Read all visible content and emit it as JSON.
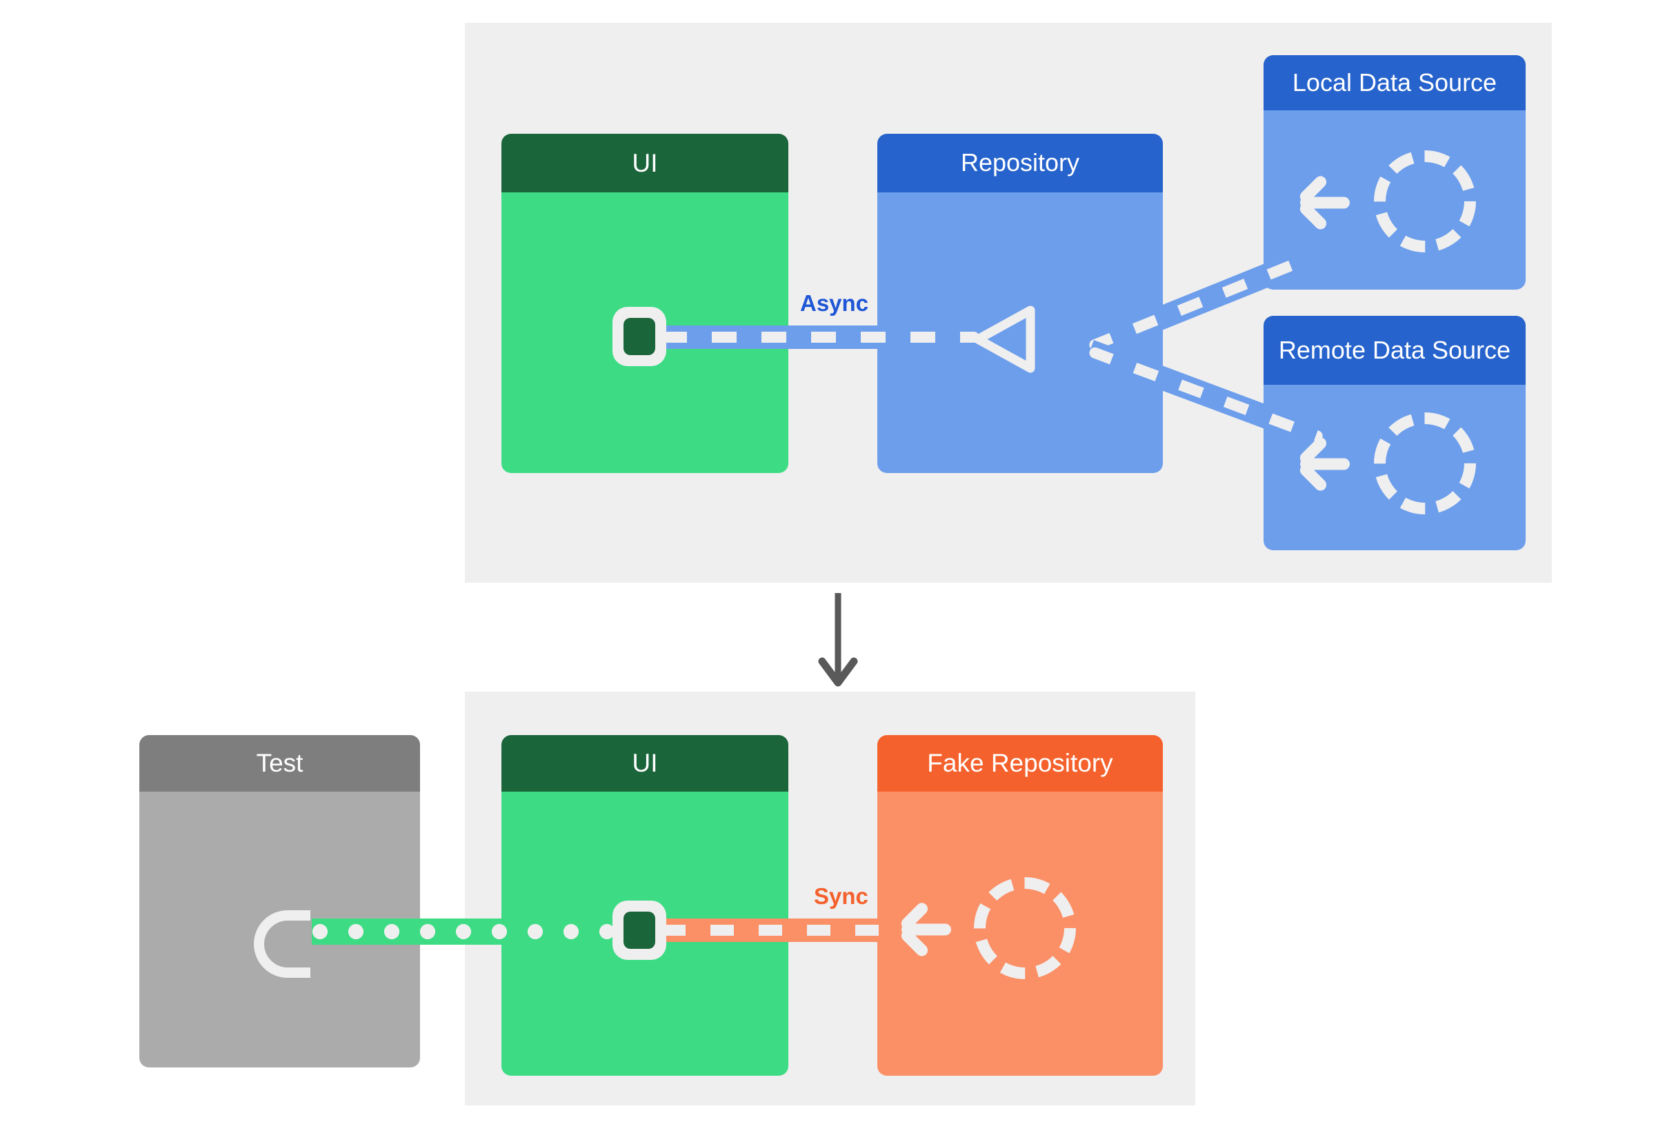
{
  "diagram": {
    "title_visible": false,
    "colors": {
      "panel_bg": "#EFEFEF",
      "ui_header": "#1B653B",
      "ui_body": "#3DDC84",
      "blue_header": "#2663CC",
      "blue_body": "#6D9EEB",
      "orange_header": "#F4612C",
      "orange_body": "#FB8F66",
      "grey_header": "#7E7E7E",
      "grey_body": "#ABABAB",
      "async_label": "#1F56D6",
      "sync_label": "#F4612C",
      "flow_arrow": "#595959",
      "connector_white": "#EFEFEF"
    },
    "top_section": {
      "name": "production-architecture",
      "cards": [
        {
          "id": "ui",
          "label": "UI",
          "style": "green"
        },
        {
          "id": "repository",
          "label": "Repository",
          "style": "blue"
        },
        {
          "id": "local-data-source",
          "label": "Local Data Source",
          "style": "blue"
        },
        {
          "id": "remote-data-source",
          "label": "Remote Data Source",
          "style": "blue"
        }
      ],
      "edge_label": "Async"
    },
    "bottom_section": {
      "name": "test-architecture",
      "cards": [
        {
          "id": "test",
          "label": "Test",
          "style": "grey"
        },
        {
          "id": "ui",
          "label": "UI",
          "style": "green"
        },
        {
          "id": "fake-repository",
          "label": "Fake Repository",
          "style": "orange"
        }
      ],
      "edge_label": "Sync"
    },
    "flow": {
      "direction": "down",
      "icon": "down-arrow-icon"
    },
    "icons": {
      "dashed_circle": "dashed-circle-icon",
      "left_arrow": "left-arrow-icon",
      "triangle_left": "triangle-left-icon",
      "plug": "plug-connector-icon",
      "socket": "socket-connector-icon"
    }
  }
}
